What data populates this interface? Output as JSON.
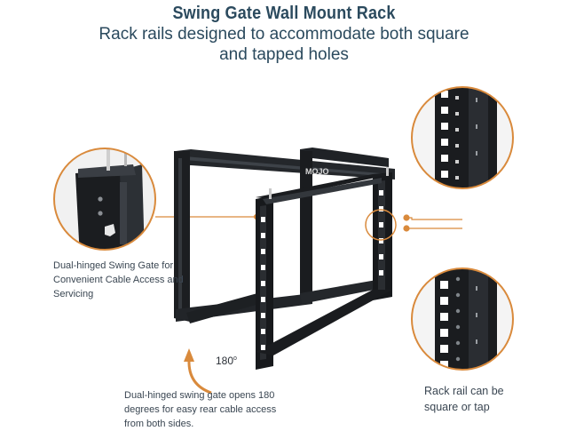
{
  "title": "Swing Gate Wall Mount Rack",
  "subtitle": "Rack rails designed to accommodate both square and tapped holes",
  "brand_logo": "MOJO",
  "callouts": {
    "gate": "Dual-hinged Swing Gate for Convenient Cable Access and Servicing",
    "rotation": "Dual-hinged swing gate opens 180 degrees for easy rear cable access from both sides.",
    "rail": "Rack rail can be square or tap"
  },
  "rotation_angle": {
    "value": "180",
    "unit": "o"
  },
  "colors": {
    "accent": "#d98a3c",
    "heading": "#2b4a5e",
    "metal": "#1b1d20"
  },
  "icons": [
    "rotation-arrow-icon"
  ]
}
